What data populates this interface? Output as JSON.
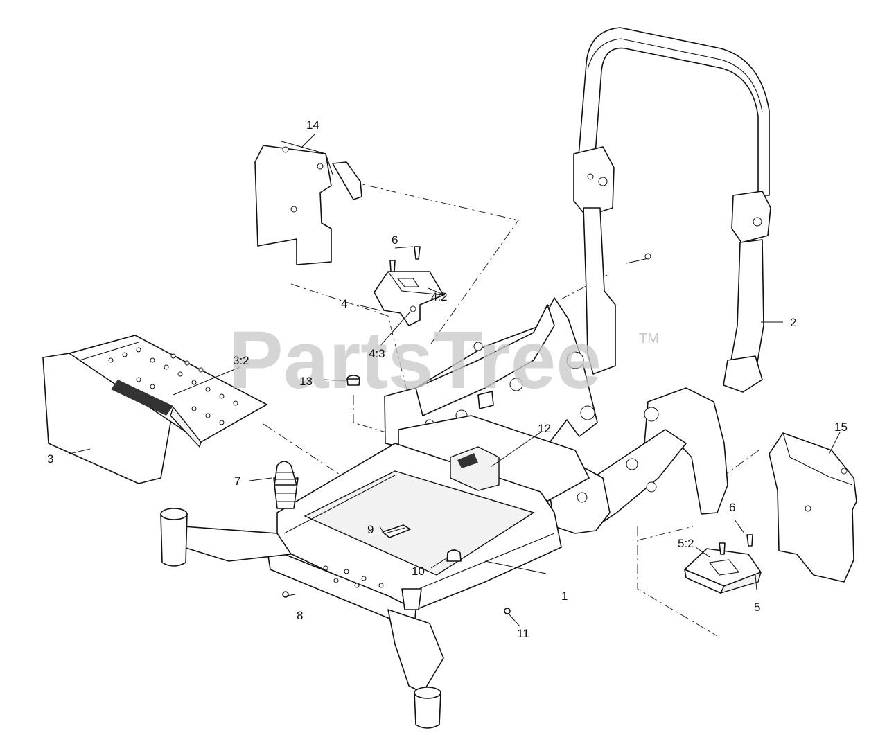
{
  "watermark": {
    "text": "PartsTree",
    "trademark": "TM"
  },
  "callouts": {
    "c1": "1",
    "c2": "2",
    "c3": "3",
    "c3_2": "3:2",
    "c4": "4",
    "c4_2": "4:2",
    "c4_3": "4:3",
    "c5": "5",
    "c5_2": "5:2",
    "c6a": "6",
    "c6b": "6",
    "c7": "7",
    "c8": "8",
    "c9": "9",
    "c10": "10",
    "c11": "11",
    "c12": "12",
    "c13": "13",
    "c14": "14",
    "c15": "15"
  }
}
